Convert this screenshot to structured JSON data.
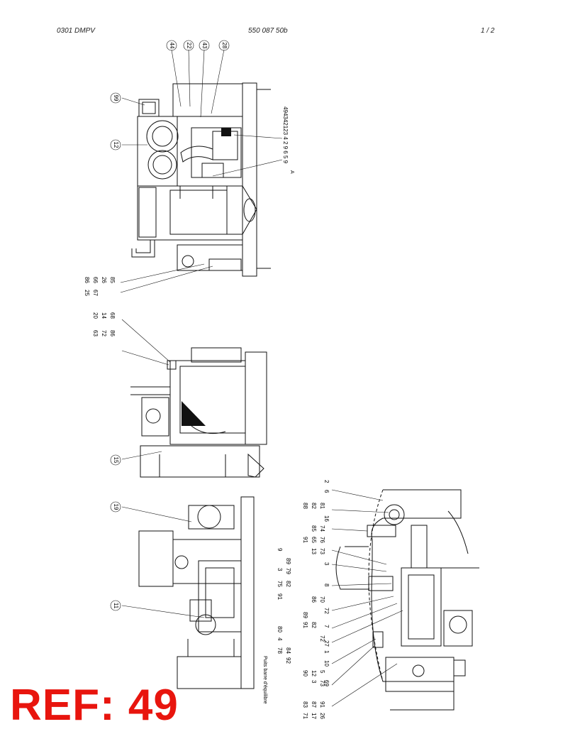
{
  "header": {
    "left": "0301 DMPV",
    "center": "550 087 50b",
    "right": "1 /  2"
  },
  "reference": "REF: 49",
  "views": {
    "top": {
      "callouts_top": [
        "44",
        "22",
        "43",
        "28"
      ],
      "callout_left_a": "99",
      "callout_left_b": "12",
      "callout_right_stack": "494342123 4 2 9 6 5 9",
      "callout_right_note": "A",
      "callouts_bottom_stack": [
        "86",
        "66",
        "26",
        "85",
        "25",
        "67"
      ]
    },
    "side": {
      "callouts_stack": [
        "20",
        "14",
        "68",
        "63",
        "72",
        "86"
      ],
      "callout_bottom": "15"
    },
    "front": {
      "callout_top": "19",
      "callout_mid": "11",
      "callouts_right": [
        "9",
        "89",
        "79",
        "3",
        "75",
        "82",
        "91",
        "80",
        "4",
        "78",
        "84",
        "92"
      ],
      "label_rotated": "Puits barre d'équilibre"
    },
    "detail": {
      "callouts_stack": [
        "2",
        "6",
        "88",
        "82",
        "81",
        "16",
        "91",
        "85",
        "65",
        "74",
        "76",
        "13",
        "73",
        "3",
        "8",
        "86",
        "70",
        "72",
        "89",
        "91",
        "82",
        "7",
        "72",
        "27",
        "1",
        "10",
        "90",
        "12",
        "5",
        "69",
        "3",
        "73",
        "83",
        "87",
        "91",
        "71",
        "17",
        "26"
      ]
    }
  }
}
